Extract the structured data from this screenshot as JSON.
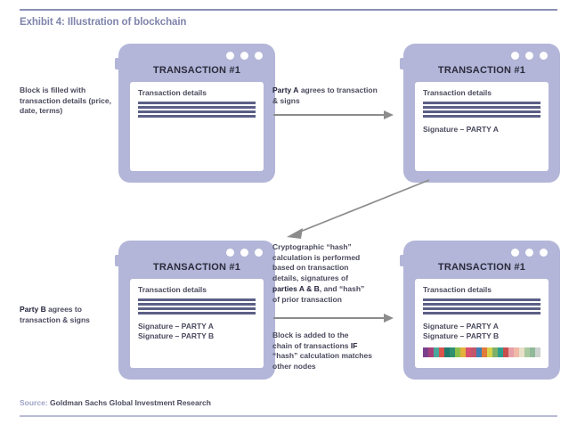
{
  "exhibit": {
    "title": "Exhibit 4: Illustration of blockchain"
  },
  "source": {
    "label": "Source:",
    "text": "Goldman Sachs Global Investment Research"
  },
  "blocks": [
    {
      "id": "block-1",
      "title": "TRANSACTION #1",
      "details_label": "Transaction details",
      "bars": 4,
      "signatures": [],
      "hashbar": false
    },
    {
      "id": "block-2",
      "title": "TRANSACTION #1",
      "details_label": "Transaction details",
      "bars": 4,
      "signatures": [
        "Signature – PARTY A"
      ],
      "hashbar": false
    },
    {
      "id": "block-3",
      "title": "TRANSACTION #1",
      "details_label": "Transaction details",
      "bars": 4,
      "signatures": [
        "Signature – PARTY A",
        "Signature – PARTY B"
      ],
      "hashbar": false
    },
    {
      "id": "block-4",
      "title": "TRANSACTION #1",
      "details_label": "Transaction details",
      "bars": 4,
      "signatures": [
        "Signature – PARTY A",
        "Signature – PARTY B"
      ],
      "hashbar": true
    }
  ],
  "annotations": {
    "left_top": "Block is filled with transaction details (price, date, terms)",
    "party_a": {
      "bold": "Party A",
      "rest": " agrees to transaction & signs"
    },
    "left_bottom": {
      "bold": "Party B",
      "rest": " agrees to transaction & signs"
    },
    "hash_calc": {
      "l1": "Cryptographic “hash”",
      "l2": "calculation is performed",
      "l3": "based on transaction",
      "l4": "details, signatures of",
      "l5_bold": "parties A & B",
      "l5_rest": ", and “hash”",
      "l6": "of prior transaction"
    },
    "chain_add": {
      "l1": "Block is added to the",
      "l2_pre": "chain of transactions ",
      "l2_bold": "IF",
      "l3": "“hash” calculation matches",
      "l4": "other nodes"
    }
  },
  "colors": {
    "block_body": "#b3b6d8",
    "title_text": "#7f84ab",
    "bar": "#5c5f86",
    "arrow": "#8c8c8c",
    "hash_segments": [
      "#7b3f8c",
      "#a8407a",
      "#4aa89a",
      "#d9544d",
      "#1f7a6e",
      "#2f8f6f",
      "#8fbf4a",
      "#e3b23c",
      "#d94f70",
      "#c2566b",
      "#3f7fb5",
      "#e07b39",
      "#d8d24a",
      "#7fb069",
      "#2e9e8f",
      "#c94f4f",
      "#e8a0a8",
      "#f0b9a8",
      "#e8e0c8",
      "#a9c9a0",
      "#8fb99a",
      "#cfd3cf"
    ]
  }
}
